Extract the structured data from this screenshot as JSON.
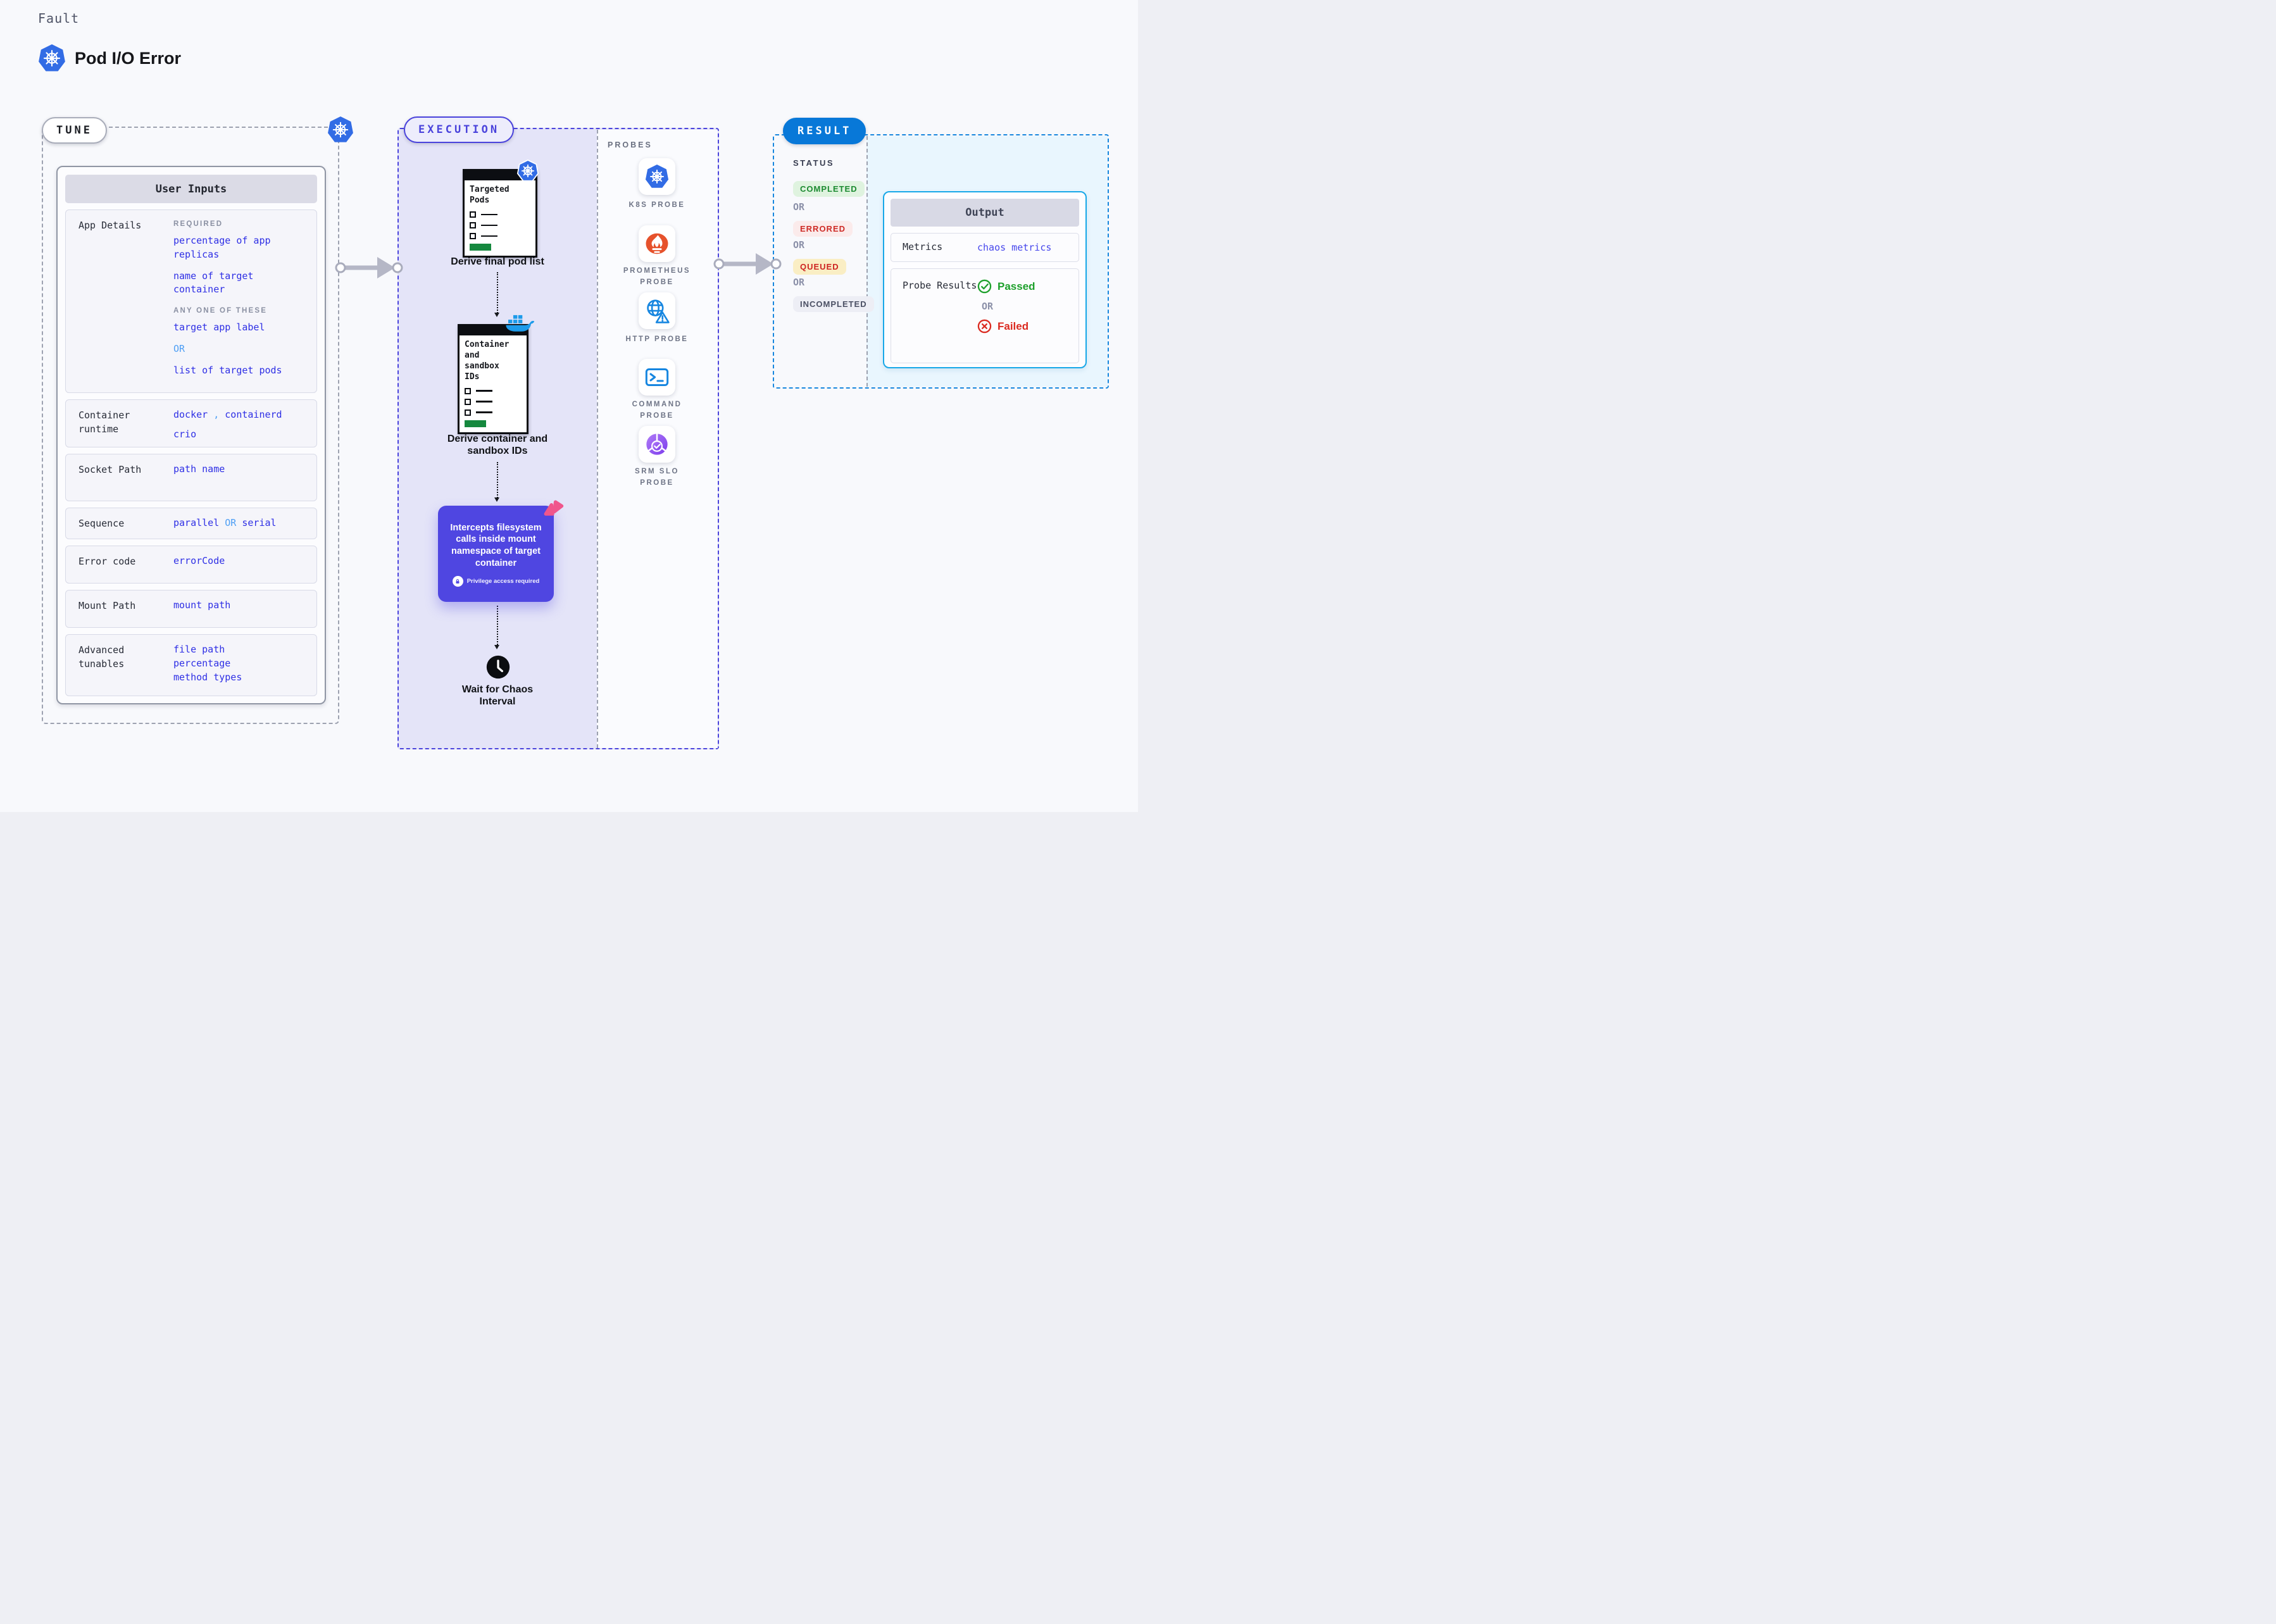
{
  "header": {
    "kicker": "Fault",
    "title": "Pod I/O Error"
  },
  "colors": {
    "accent_indigo": "#4A43DC",
    "accent_blue": "#0878D8",
    "value_blue": "#2E2FE5",
    "or_light_blue": "#4E9FF5",
    "passed_green": "#1EA02C",
    "failed_red": "#DB2B21",
    "purple_box": "#4F46E1",
    "clipboard_green": "#15883E",
    "kubernetes_blue": "#326CE5",
    "prometheus_orange": "#E6522C",
    "docker_blue": "#1D9BEA",
    "srm_purple": "#7C3BEC",
    "pink": "#F0568C"
  },
  "tune": {
    "pill": "TUNE",
    "card_header": "User Inputs",
    "app_details": {
      "label": "App Details",
      "required_caption": "REQUIRED",
      "required_item_1": "percentage of app replicas",
      "required_item_2": "name of target container",
      "any_caption": "ANY ONE OF THESE",
      "any_item_1": "target app label",
      "any_or": "OR",
      "any_item_2": "list of target pods"
    },
    "container_runtime": {
      "label": "Container runtime",
      "value_a": "docker",
      "value_sep": " , ",
      "value_b": "containerd",
      "value_c": "crio"
    },
    "socket_path": {
      "label": "Socket Path",
      "value": "path name"
    },
    "sequence": {
      "label": "Sequence",
      "value_a": "parallel ",
      "value_or": "OR",
      "value_b": " serial"
    },
    "error_code": {
      "label": "Error code",
      "value": "errorCode"
    },
    "mount_path": {
      "label": "Mount Path",
      "value": "mount path"
    },
    "advanced_tunables": {
      "label": "Advanced tunables",
      "value_1": "file path",
      "value_2": "percentage",
      "value_3": "method types"
    }
  },
  "execution": {
    "pill": "EXECUTION",
    "step1": {
      "doc_title": "Targeted Pods",
      "caption": "Derive final pod list"
    },
    "step2": {
      "doc_title": "Container and sandbox IDs",
      "caption": "Derive container and sandbox IDs"
    },
    "intercept": {
      "text": "Intercepts filesystem calls inside mount namespace of target container",
      "badge": "Privilege access required"
    },
    "wait": {
      "caption": "Wait for Chaos Interval"
    },
    "probes": {
      "title": "PROBES",
      "items": [
        {
          "name": "K8S PROBE",
          "icon": "kubernetes-icon"
        },
        {
          "name": "PROMETHEUS PROBE",
          "icon": "prometheus-icon"
        },
        {
          "name": "HTTP PROBE",
          "icon": "globe-warning-icon"
        },
        {
          "name": "COMMAND PROBE",
          "icon": "terminal-icon"
        },
        {
          "name": "SRM SLO PROBE",
          "icon": "slo-check-icon"
        }
      ]
    }
  },
  "result": {
    "pill": "RESULT",
    "status_title": "STATUS",
    "or": "OR",
    "statuses": [
      {
        "label": "COMPLETED"
      },
      {
        "label": "ERRORED"
      },
      {
        "label": "QUEUED"
      },
      {
        "label": "INCOMPLETED"
      }
    ],
    "output": {
      "header": "Output",
      "metrics_label": "Metrics",
      "metrics_value": "chaos metrics",
      "probe_results_label": "Probe Results",
      "passed": "Passed",
      "or": "OR",
      "failed": "Failed"
    }
  }
}
